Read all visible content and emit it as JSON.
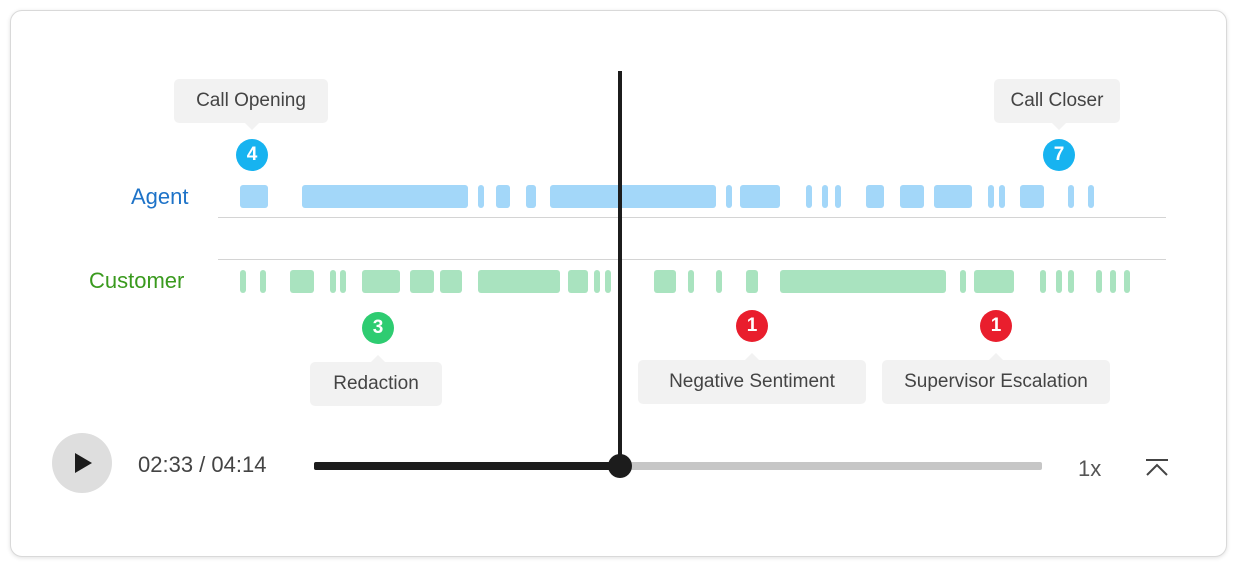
{
  "tracks": {
    "agent_label": "Agent",
    "customer_label": "Customer"
  },
  "annotations": {
    "call_opening": {
      "label": "Call Opening",
      "count": "4"
    },
    "call_closer": {
      "label": "Call Closer",
      "count": "7"
    },
    "redaction": {
      "label": "Redaction",
      "count": "3"
    },
    "negative_sentiment": {
      "label": "Negative Sentiment",
      "count": "1"
    },
    "supervisor_escalation": {
      "label": "Supervisor Escalation",
      "count": "1"
    }
  },
  "player": {
    "time": "02:33 / 04:14",
    "progress_fraction": 0.42,
    "speed": "1x"
  },
  "colors": {
    "agent": "#a3d7f9",
    "customer": "#a9e3bf",
    "badge_blue": "#17b3f0",
    "badge_green": "#2ecc71",
    "badge_red": "#e91e2d"
  }
}
